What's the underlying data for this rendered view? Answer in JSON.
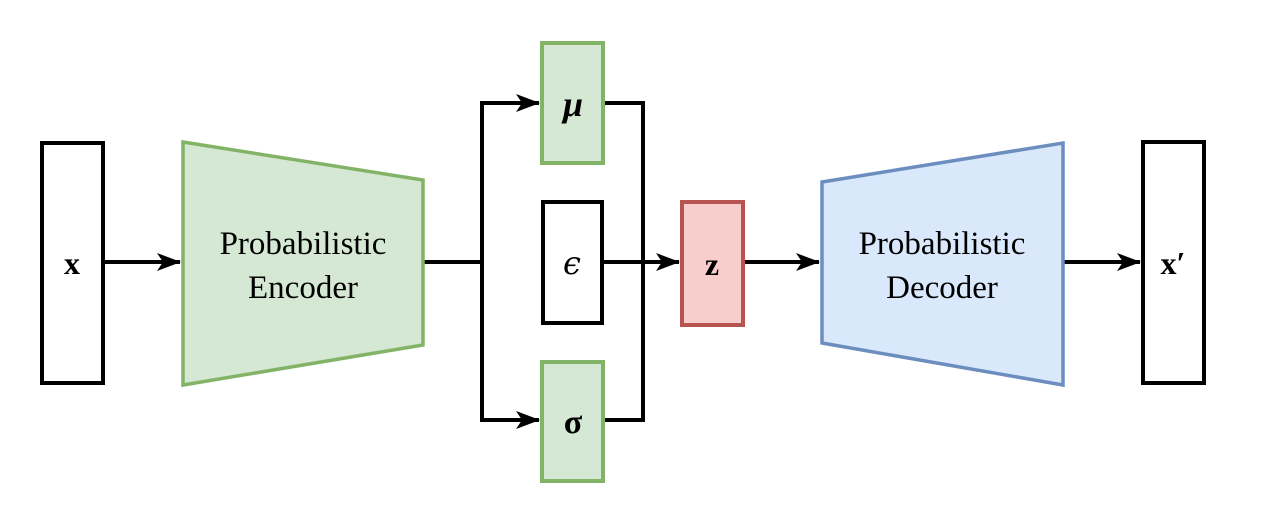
{
  "colors": {
    "background": "#ffffff",
    "line": "#000000",
    "green_fill": "#d5e8d4",
    "green_stroke": "#82b366",
    "blue_fill": "#dae8fc",
    "blue_stroke": "#6c8ebf",
    "red_fill": "#f8cecc",
    "red_stroke": "#b85450",
    "box_stroke": "#000000",
    "box_fill": "#ffffff"
  },
  "nodes": {
    "input": {
      "label": "x"
    },
    "encoder": {
      "label_line1": "Probabilistic",
      "label_line2": "Encoder"
    },
    "mu": {
      "label": "μ"
    },
    "epsilon": {
      "label": "ϵ"
    },
    "sigma": {
      "label": "σ"
    },
    "z": {
      "label": "z"
    },
    "decoder": {
      "label_line1": "Probabilistic",
      "label_line2": "Decoder"
    },
    "output": {
      "label": "x′"
    }
  }
}
